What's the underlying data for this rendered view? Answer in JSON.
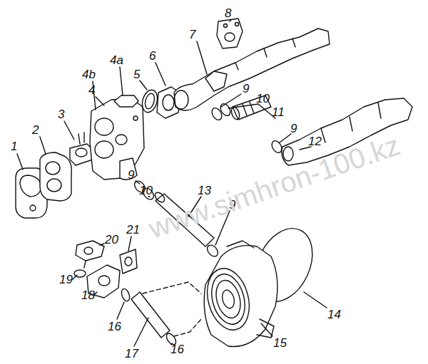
{
  "diagram": {
    "labels": [
      "1",
      "2",
      "3",
      "4",
      "4a",
      "4b",
      "5",
      "6",
      "7",
      "8",
      "9",
      "10",
      "11",
      "9",
      "12",
      "9",
      "10",
      "13",
      "9",
      "14",
      "15",
      "20",
      "21",
      "19",
      "18",
      "16",
      "17",
      "16",
      "www.simhron-100.kz"
    ]
  }
}
